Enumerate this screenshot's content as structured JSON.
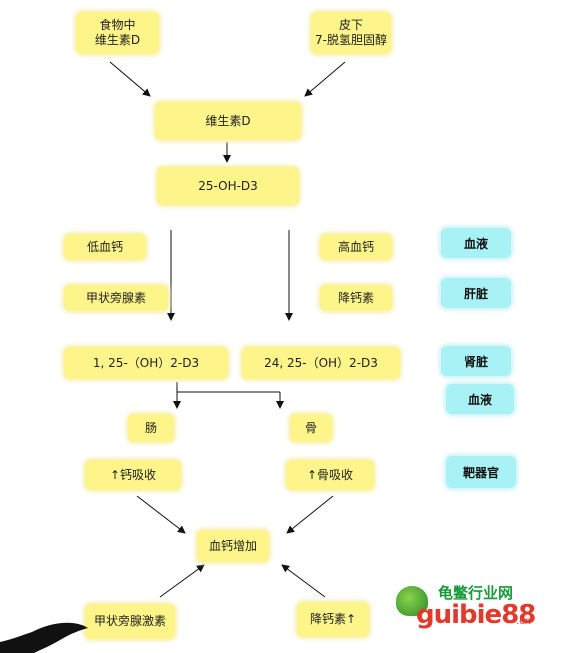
{
  "nodes": {
    "food_vitd": "食物中\n维生素D",
    "skin": "皮下\n7-脱氢胆固醇",
    "vitd": "维生素D",
    "oh_d3": "25-OH-D3",
    "low_ca": "低血钙",
    "pth_left": "甲状旁腺素",
    "high_ca": "高血钙",
    "calcitonin_right": "降钙素",
    "d3_125": "1, 25-（OH）2-D3",
    "d3_2425": "24, 25-（OH）2-D3",
    "intestine": "肠",
    "bone": "骨",
    "ca_absorb": "↑钙吸收",
    "bone_absorb": "↑骨吸收",
    "ca_increase": "血钙增加",
    "pth_bottom": "甲状旁腺激素",
    "calcitonin_bottom": "降钙素↑"
  },
  "tags": {
    "blood1": "血液",
    "liver": "肝脏",
    "kidney": "肾脏",
    "blood2": "血液",
    "target": "靶器官"
  },
  "logo": {
    "cn": "龟鳖行业网",
    "en": "guibie88",
    "suffix": ".cn"
  },
  "colors": {
    "node_bg": "#fdf58a",
    "tag_bg": "#a8f1f4"
  }
}
